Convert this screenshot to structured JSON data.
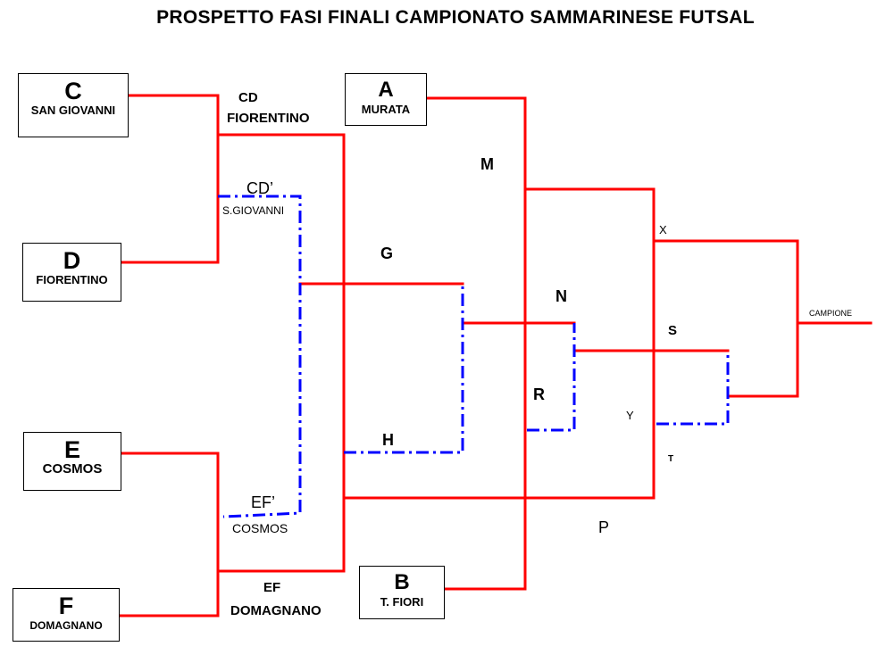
{
  "title": "PROSPETTO FASI FINALI CAMPIONATO SAMMARINESE FUTSAL",
  "teams": {
    "c": {
      "letter": "C",
      "name": "SAN GIOVANNI"
    },
    "d": {
      "letter": "D",
      "name": "FIORENTINO"
    },
    "e": {
      "letter": "E",
      "name": "COSMOS"
    },
    "f": {
      "letter": "F",
      "name": "DOMAGNANO"
    },
    "a": {
      "letter": "A",
      "name": "MURATA"
    },
    "b": {
      "letter": "B",
      "name": "T. FIORI"
    }
  },
  "labels": {
    "cd": "CD",
    "cd_winner": "FIORENTINO",
    "cd_prime": "CD’",
    "cd_prime_team": "S.GIOVANNI",
    "ef_prime": "EF’",
    "ef_prime_team": "COSMOS",
    "ef": "EF",
    "ef_winner": "DOMAGNANO",
    "g": "G",
    "h": "H",
    "m": "M",
    "n": "N",
    "r": "R",
    "x": "X",
    "s": "S",
    "y": "Y",
    "t": "T",
    "p": "P",
    "campione": "CAMPIONE"
  },
  "colors": {
    "winner_line": "#ff0000",
    "loser_line": "#0000ff",
    "box_border": "#000000"
  }
}
